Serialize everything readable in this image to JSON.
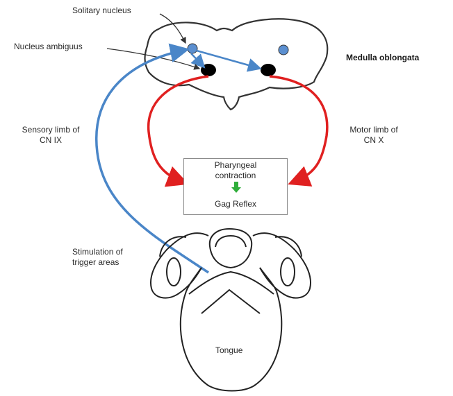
{
  "labels": {
    "solitary_nucleus": "Solitary nucleus",
    "nucleus_ambiguus": "Nucleus ambiguus",
    "medulla": "Medulla oblongata",
    "sensory_line1": "Sensory limb of",
    "sensory_line2": "CN IX",
    "motor_line1": "Motor limb of",
    "motor_line2": "CN X",
    "stimulation_line1": "Stimulation of",
    "stimulation_line2": "trigger areas",
    "tongue": "Tongue"
  },
  "box": {
    "line1": "Pharyngeal",
    "line2": "contraction",
    "line3": "Gag Reflex"
  },
  "colors": {
    "sensory": "#4a86c8",
    "motor": "#e02020",
    "reflex_arrow": "#2fae3a",
    "nucleus_black": "#000000",
    "nucleus_blue": "#5b8fd0",
    "outline": "#333333"
  }
}
